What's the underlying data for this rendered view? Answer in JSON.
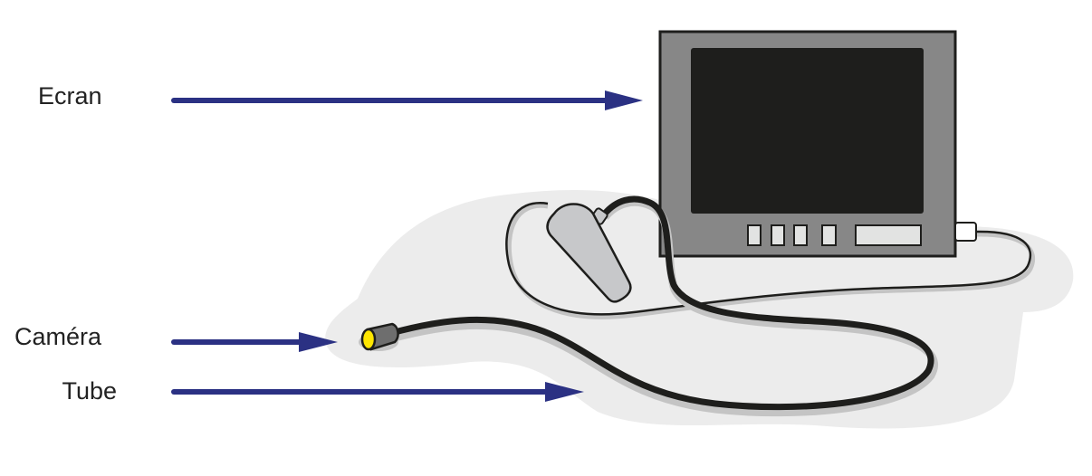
{
  "labels": {
    "screen": "Ecran",
    "camera": "Caméra",
    "tube": "Tube"
  },
  "colors": {
    "arrow": "#2b3183",
    "monitor_body": "#878787",
    "screen": "#1e1e1c",
    "camera_lens": "#ffe600",
    "background_blob": "#ececec"
  }
}
